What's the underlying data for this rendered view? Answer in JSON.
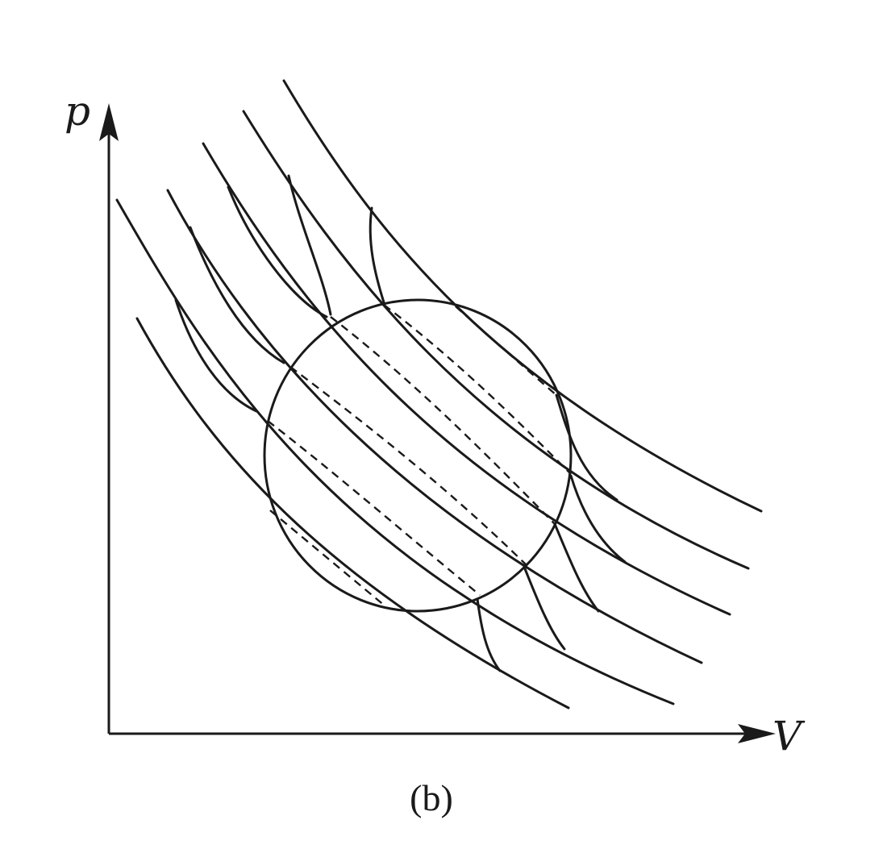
{
  "figure": {
    "y_axis_label": "p",
    "x_axis_label": "V",
    "caption": "(b)"
  }
}
